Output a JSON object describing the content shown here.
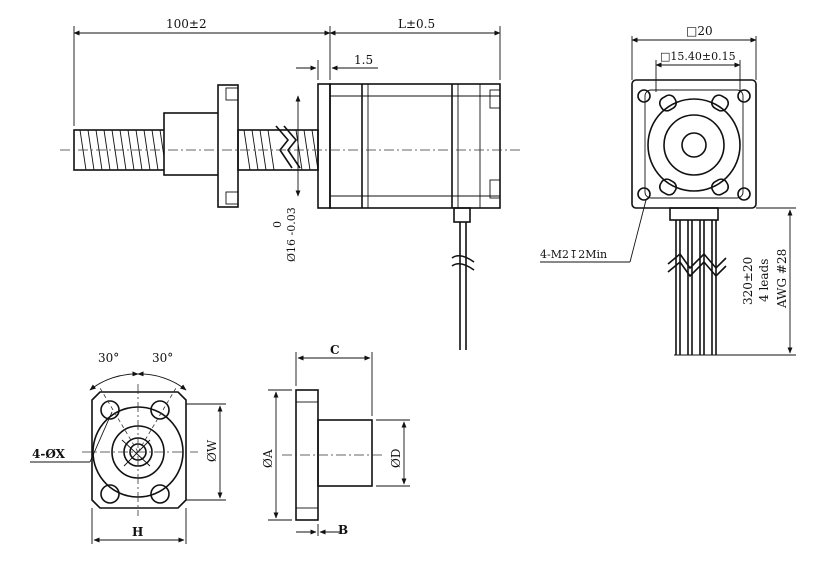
{
  "labels": {
    "overall_length": "100±2",
    "motor_length": "L±0.5",
    "step": "1.5",
    "shaft_dia_tol": "0",
    "shaft_dia": "Ø16 -0.03",
    "square_size": "□20",
    "hole_pattern": "□15.40±0.15",
    "mount_holes": "4-M2↧2Min",
    "lead_length": "320±20",
    "lead_count": "4 leads",
    "lead_gauge": "AWG #28",
    "angle_left": "30°",
    "angle_right": "30°",
    "hole_dia": "4-ØX",
    "flange_width": "ØW",
    "flange_height": "H",
    "nut_length": "C",
    "flange_dia": "ØA",
    "nut_dia": "ØD",
    "flange_thickness": "B"
  },
  "colors": {
    "line": "#111111",
    "background": "#ffffff",
    "lead_fill": "#d9d9d9"
  }
}
